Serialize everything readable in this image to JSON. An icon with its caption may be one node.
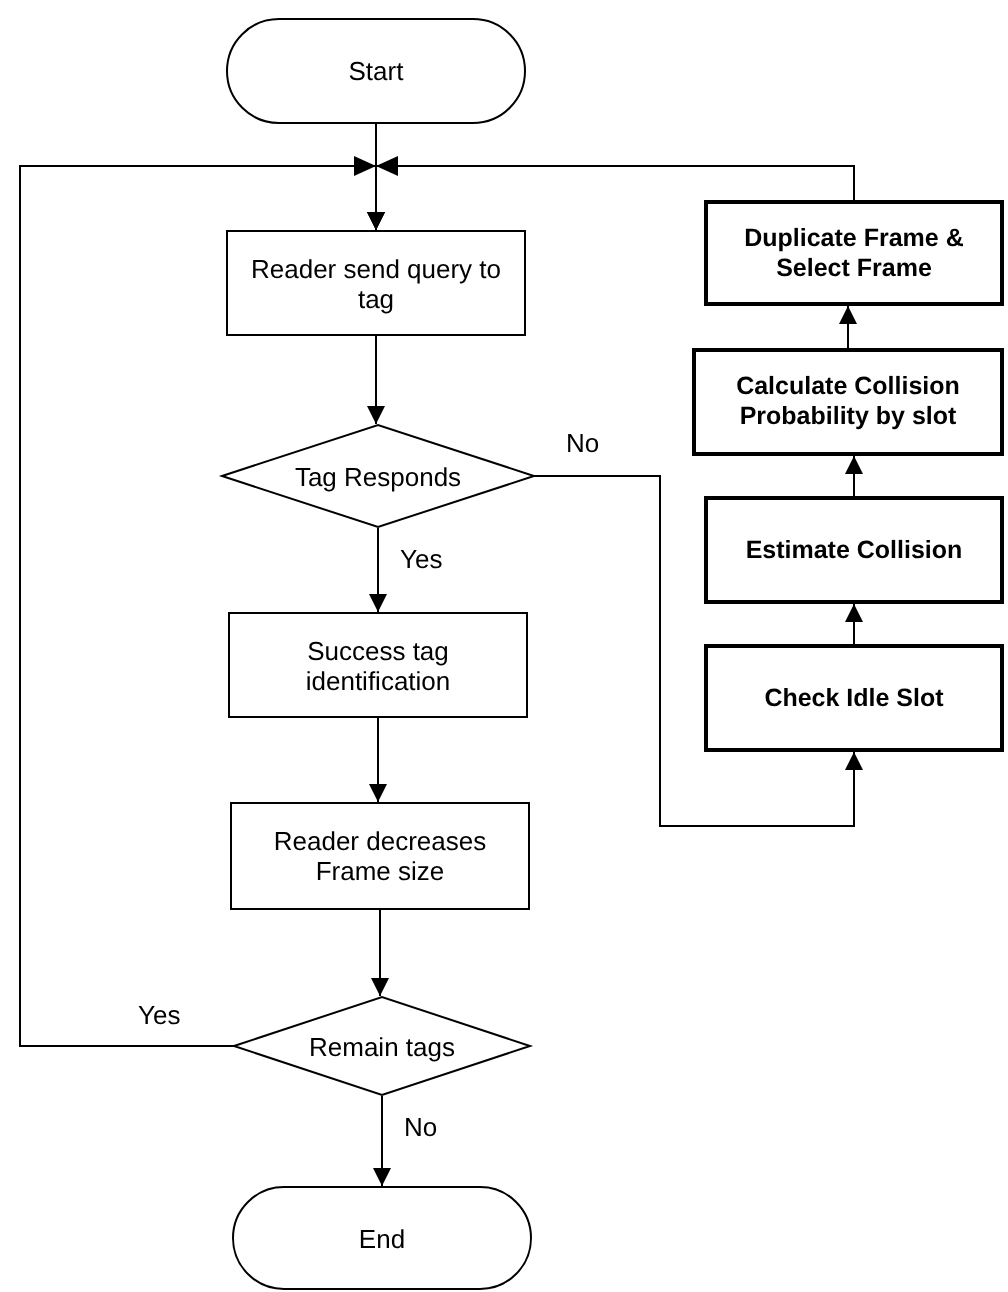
{
  "diagram": {
    "nodes": [
      {
        "text": [
          "Start"
        ]
      },
      {
        "text": [
          "Reader send query to tag"
        ]
      },
      {
        "text": [
          "Tag Responds"
        ]
      },
      {
        "text": [
          "Success tag identification"
        ]
      },
      {
        "text": [
          "Reader decreases Frame size"
        ]
      },
      {
        "text": [
          "Remain tags"
        ]
      },
      {
        "text": [
          "End"
        ]
      },
      {
        "text": [
          "Duplicate Frame & Select Frame"
        ]
      },
      {
        "text": [
          "Calculate Collision Probability by slot"
        ]
      },
      {
        "text": [
          "Estimate Collision"
        ]
      },
      {
        "text": [
          "Check Idle Slot"
        ]
      }
    ],
    "edges": [
      {
        "from": 0,
        "to": 1,
        "arrow": "to"
      },
      {
        "from": 1,
        "to": 2,
        "arrow": "to"
      },
      {
        "from": 2,
        "to": 3,
        "label": "Yes",
        "arrow": "to"
      },
      {
        "from": 3,
        "to": 4,
        "arrow": "to"
      },
      {
        "from": 4,
        "to": 5,
        "arrow": "to"
      },
      {
        "from": 5,
        "to": 6,
        "label": "No",
        "arrow": "to"
      },
      {
        "from": 5,
        "to": 1,
        "label": "Yes",
        "arrow": "to"
      },
      {
        "from": 2,
        "to": 10,
        "label": "No",
        "arrow": "to"
      },
      {
        "from": 10,
        "to": 9,
        "arrow": "to"
      },
      {
        "from": 9,
        "to": 8,
        "arrow": "to"
      },
      {
        "from": 8,
        "to": 7,
        "arrow": "to"
      },
      {
        "from": 7,
        "to": 1,
        "arrow": "to"
      }
    ]
  }
}
